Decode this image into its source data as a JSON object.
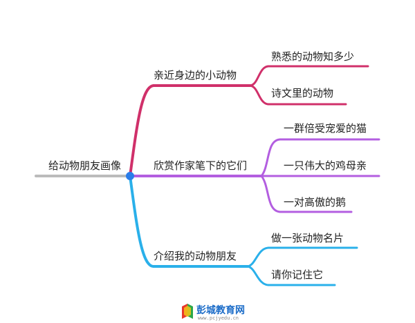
{
  "mindmap": {
    "root": {
      "label": "给动物朋友画像"
    },
    "branches": [
      {
        "label": "亲近身边的小动物",
        "color": "#d0306a",
        "children": [
          "熟悉的动物知多少",
          "诗文里的动物"
        ]
      },
      {
        "label": "欣赏作家笔下的它们",
        "color": "#b35ee0",
        "children": [
          "一群倍受宠爱的猫",
          "一只伟大的鸡母亲",
          "一对高傲的鹅"
        ]
      },
      {
        "label": "介绍我的动物朋友",
        "color": "#2ab0ea",
        "children": [
          "做一张动物名片",
          "请你记住它"
        ]
      }
    ],
    "root_line_color": "#bbbbbb",
    "center_dot_color": "#2b7de9"
  },
  "watermark": {
    "name": "彭城教育网",
    "url": "www.pcjyedu.cn"
  }
}
